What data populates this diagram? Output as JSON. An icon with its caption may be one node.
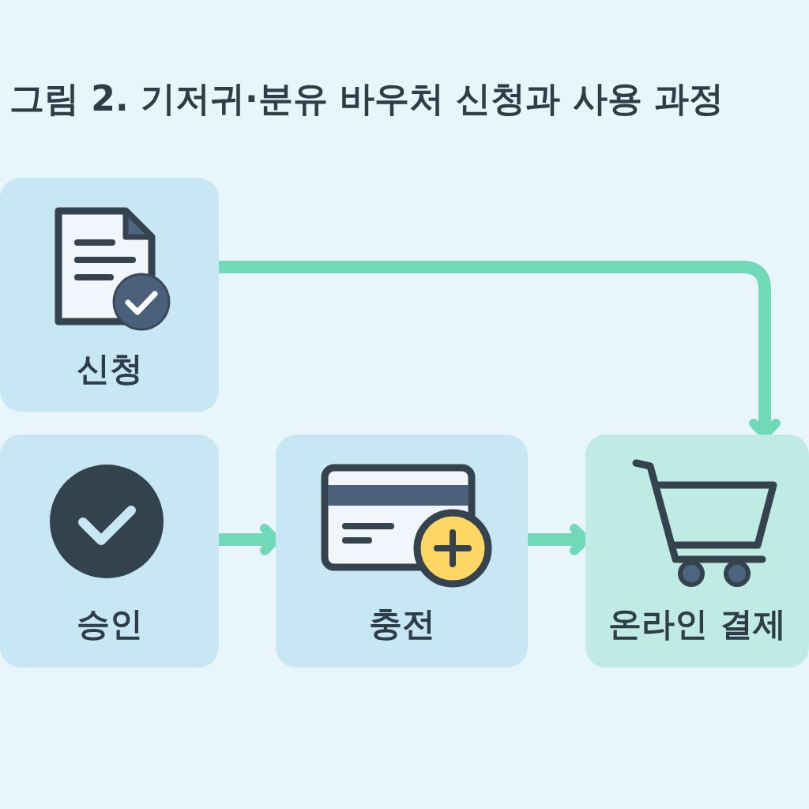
{
  "diagram": {
    "title": "그림 2. 기저귀·분유 바우처 신청과 사용 과정",
    "nodes": [
      {
        "text": [
          "신청"
        ]
      },
      {
        "text": [
          "승인"
        ]
      },
      {
        "text": [
          "충전"
        ]
      },
      {
        "text": [
          "온라인 결제"
        ]
      }
    ],
    "edges": [
      {
        "from": 0,
        "to": 3,
        "arrow": "to"
      },
      {
        "from": 1,
        "to": 2,
        "arrow": "to"
      },
      {
        "from": 2,
        "to": 3,
        "arrow": "to"
      }
    ]
  }
}
